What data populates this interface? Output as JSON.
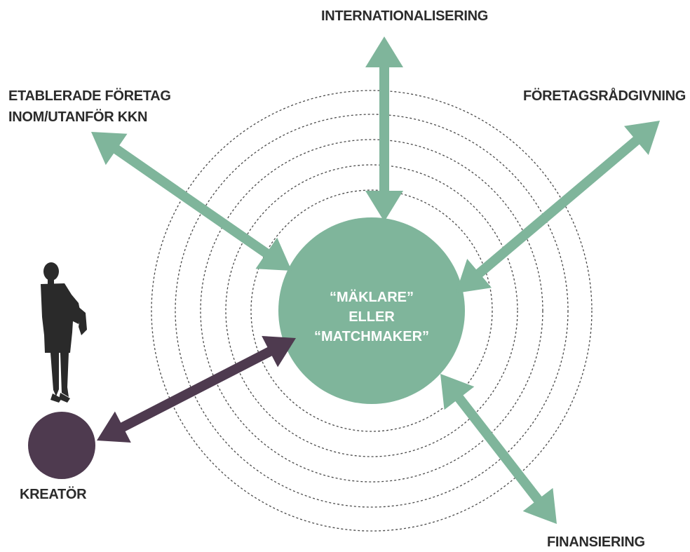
{
  "diagram": {
    "colors": {
      "green": "#7fb59b",
      "purple": "#4e3a4f",
      "silhouette": "#2a2a2a",
      "text": "#2b2b2b",
      "center_text": "#ffffff"
    },
    "center": {
      "line1": "“MÄKLARE”",
      "line2": "ELLER",
      "line3": "“MATCHMAKER”"
    },
    "labels": {
      "top": "INTERNATIONALISERING",
      "top_left_line1": "ETABLERADE FÖRETAG",
      "top_left_line2": "INOM/UTANFÖR KKN",
      "top_right": "FÖRETAGSRÅDGIVNING",
      "bottom_right": "FINANSIERING",
      "bottom_left": "KREATÖR"
    },
    "icons": {
      "person": "person-silhouette-icon"
    }
  }
}
